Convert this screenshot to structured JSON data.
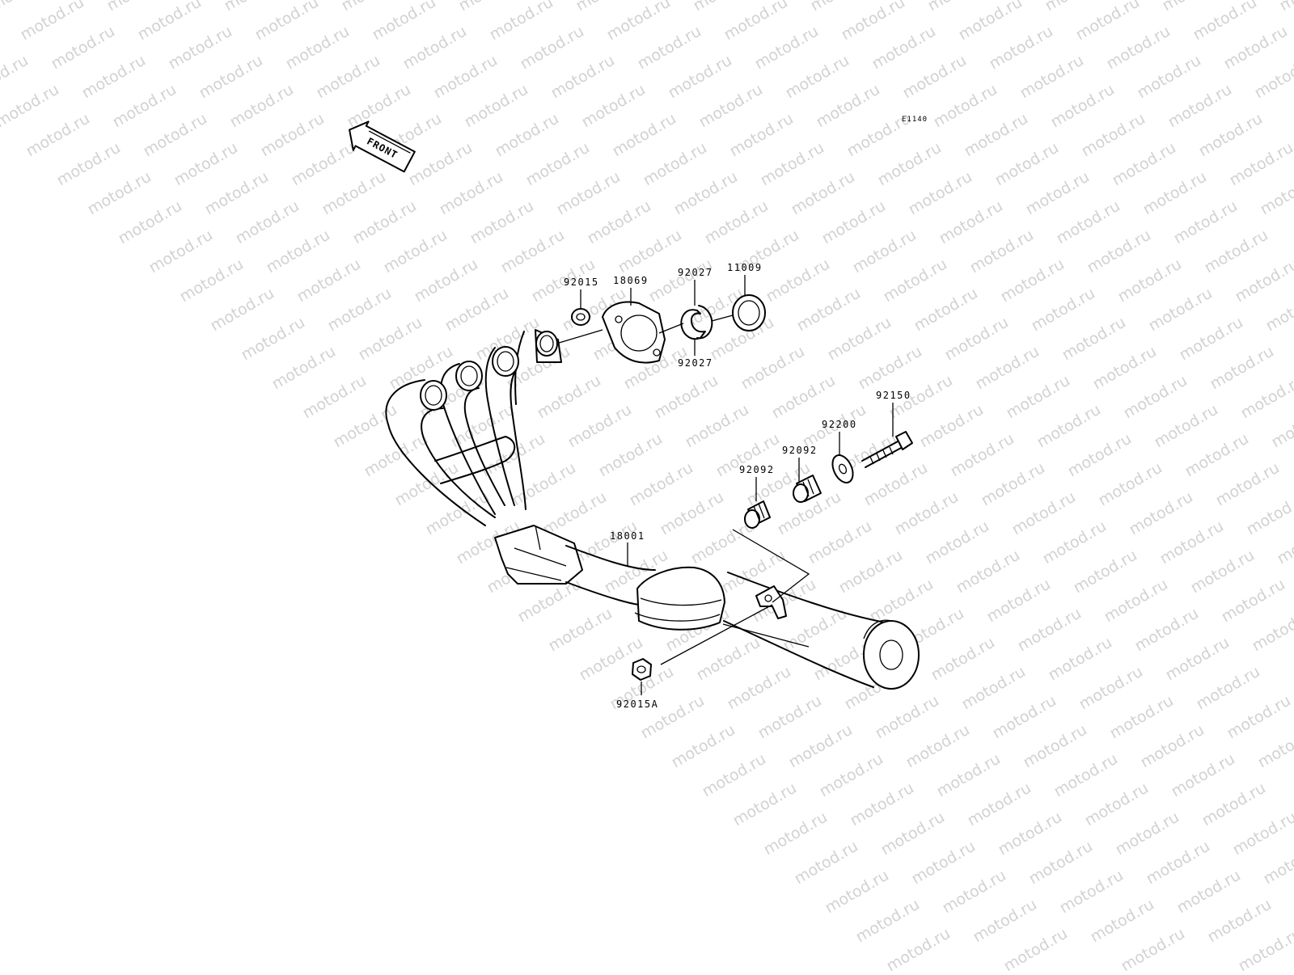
{
  "watermark": {
    "text": "motod.ru"
  },
  "diagram_code": "E1140",
  "front_arrow": {
    "label": "FRONT"
  },
  "parts": [
    {
      "id": "p1",
      "number": "92015"
    },
    {
      "id": "p2",
      "number": "18069"
    },
    {
      "id": "p3",
      "number": "92027"
    },
    {
      "id": "p4",
      "number": "11009"
    },
    {
      "id": "p5",
      "number": "92027"
    },
    {
      "id": "p6",
      "number": "92150"
    },
    {
      "id": "p7",
      "number": "92200"
    },
    {
      "id": "p8",
      "number": "92092"
    },
    {
      "id": "p9",
      "number": "92092"
    },
    {
      "id": "p10",
      "number": "18001"
    },
    {
      "id": "p11",
      "number": "92015A"
    }
  ]
}
